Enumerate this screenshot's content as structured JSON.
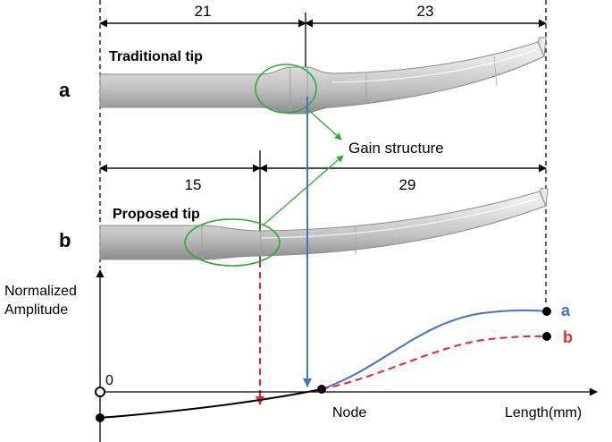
{
  "dimensions": {
    "a_left": "21",
    "a_right": "23",
    "b_left": "15",
    "b_right": "29"
  },
  "tips": {
    "a": {
      "row_label": "a",
      "title": "Traditional tip"
    },
    "b": {
      "row_label": "b",
      "title": "Proposed tip"
    }
  },
  "callout": "Gain structure",
  "plot": {
    "ylabel_line1": "Normalized",
    "ylabel_line2": "Amplitude",
    "zero_label": "0",
    "node_label": "Node",
    "xlabel": "Length(mm)",
    "curve_a_label": "a",
    "curve_b_label": "b"
  },
  "colors": {
    "curve_a": "#4472c4",
    "curve_b": "#e8262c",
    "highlight": "#2bab3c",
    "tip_body": "#cfcfcf"
  }
}
